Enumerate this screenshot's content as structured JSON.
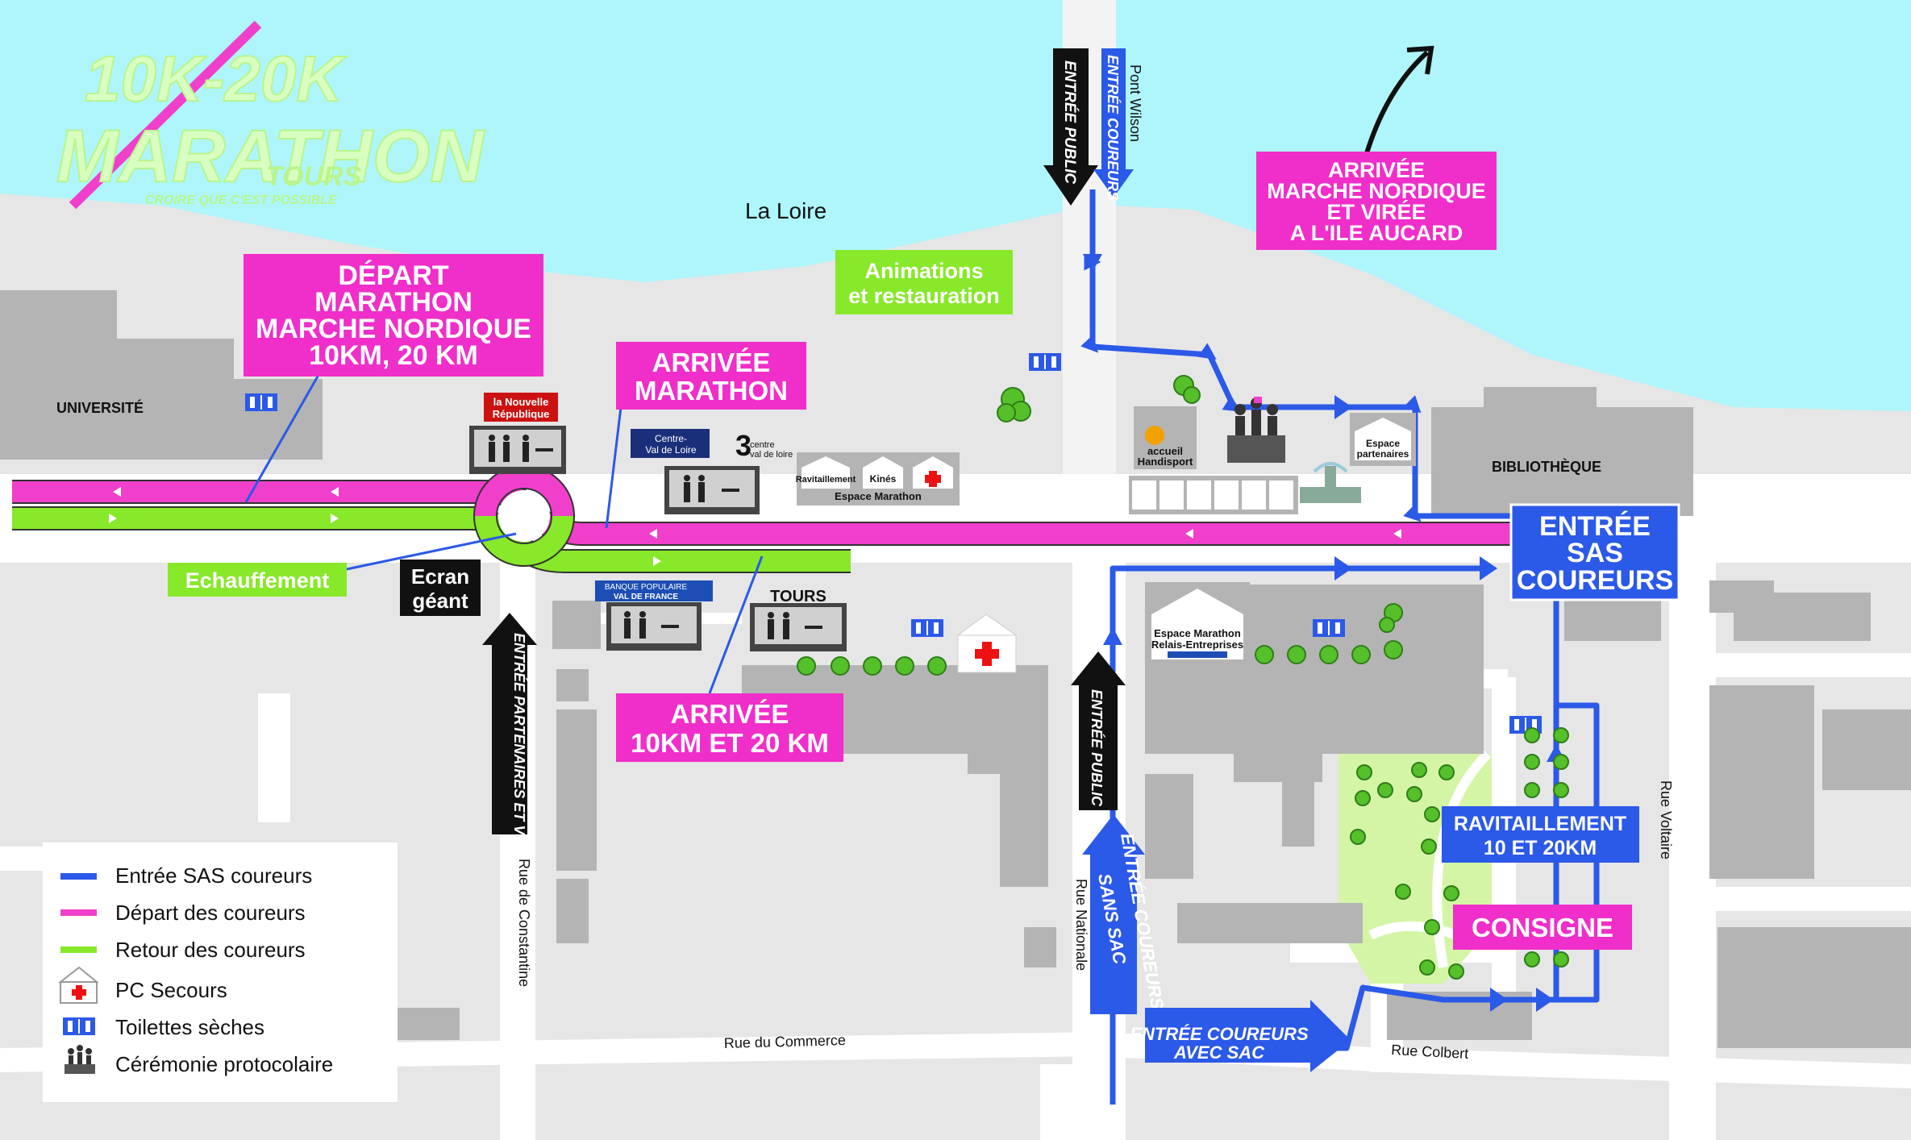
{
  "logo": {
    "line1": "10K-20K",
    "line2": "MARATHON",
    "tours": "TOURS",
    "tagline": "CROIRE QUE C'EST POSSIBLE"
  },
  "places": {
    "river": "La Loire",
    "bridge": "Pont Wilson",
    "universite": "UNIVERSITÉ",
    "bibliotheque": "BIBLIOTHÈQUE",
    "rue_constantine": "Rue de Constantine",
    "rue_nationale": "Rue Nationale",
    "rue_commerce": "Rue du Commerce",
    "rue_colbert": "Rue Colbert",
    "rue_voltaire": "Rue Voltaire"
  },
  "callouts": {
    "depart": [
      "DÉPART",
      "MARATHON",
      "MARCHE NORDIQUE",
      "10KM, 20 KM"
    ],
    "arrivee_marathon": [
      "ARRIVÉE",
      "MARATHON"
    ],
    "arrivee_10_20": [
      "ARRIVÉE",
      "10KM ET 20 KM"
    ],
    "arrivee_nordique": [
      "ARRIVÉE",
      "MARCHE NORDIQUE",
      "ET VIRÉE",
      "A L'ILE AUCARD"
    ],
    "animations": [
      "Animations",
      "et restauration"
    ],
    "echauffement": "Echauffement",
    "ecran": [
      "Ecran",
      "géant"
    ],
    "entree_sas": [
      "ENTRÉE",
      "SAS",
      "COUREURS"
    ],
    "ravitaillement": [
      "RAVITAILLEMENT",
      "10 ET 20KM"
    ],
    "consigne": "CONSIGNE"
  },
  "arrows": {
    "entree_public": "ENTRÉE PUBLIC",
    "entree_coureurs": "ENTRÉE COUREURS",
    "entree_partenaires": "ENTRÉE PARTENAIRES ET VIP",
    "entree_sans_sac": [
      "ENTRÉE COUREURS",
      "SANS SAC"
    ],
    "entree_avec_sac": [
      "ENTRÉE COUREURS",
      "AVEC SAC"
    ]
  },
  "stands": {
    "nouvelle_republique": [
      "la Nouvelle",
      "République"
    ],
    "centre_val_de_loire": [
      "Centre-",
      "Val de Loire"
    ],
    "france3": [
      "3",
      "centre",
      "val de loire"
    ],
    "espace_marathon_tents": [
      "Ravitaillement",
      "Kinés"
    ],
    "espace_marathon": "Espace Marathon",
    "banque_populaire": [
      "BANQUE POPULAIRE",
      "VAL DE FRANCE"
    ],
    "tours": "TOURS",
    "accueil_handisport": [
      "accueil",
      "Handisport"
    ],
    "espace_partenaires": [
      "Espace",
      "partenaires"
    ],
    "espace_relais": [
      "Espace Marathon",
      "Relais-Entreprises"
    ]
  },
  "legend": {
    "items": [
      {
        "label": "Entrée SAS coureurs",
        "color": "#2b59e8",
        "icon": "blue-line"
      },
      {
        "label": "Départ des coureurs",
        "color": "#f03fcb",
        "icon": "pink-line"
      },
      {
        "label": "Retour des coureurs",
        "color": "#88e82a",
        "icon": "green-line"
      },
      {
        "label": "PC Secours",
        "icon": "first-aid-tent-icon"
      },
      {
        "label": "Toilettes sèches",
        "icon": "toilet-icon"
      },
      {
        "label": "Cérémonie protocolaire",
        "icon": "podium-icon"
      }
    ]
  },
  "colors": {
    "water": "#aef6fb",
    "ground": "#e6e6e6",
    "building": "#b4b4b4",
    "road": "#ffffff",
    "pink": "#f03fcb",
    "magenta_box": "#f02ec9",
    "green": "#88e82a",
    "blue": "#2b59e8",
    "black": "#111111",
    "park": "#d5f5a6"
  }
}
